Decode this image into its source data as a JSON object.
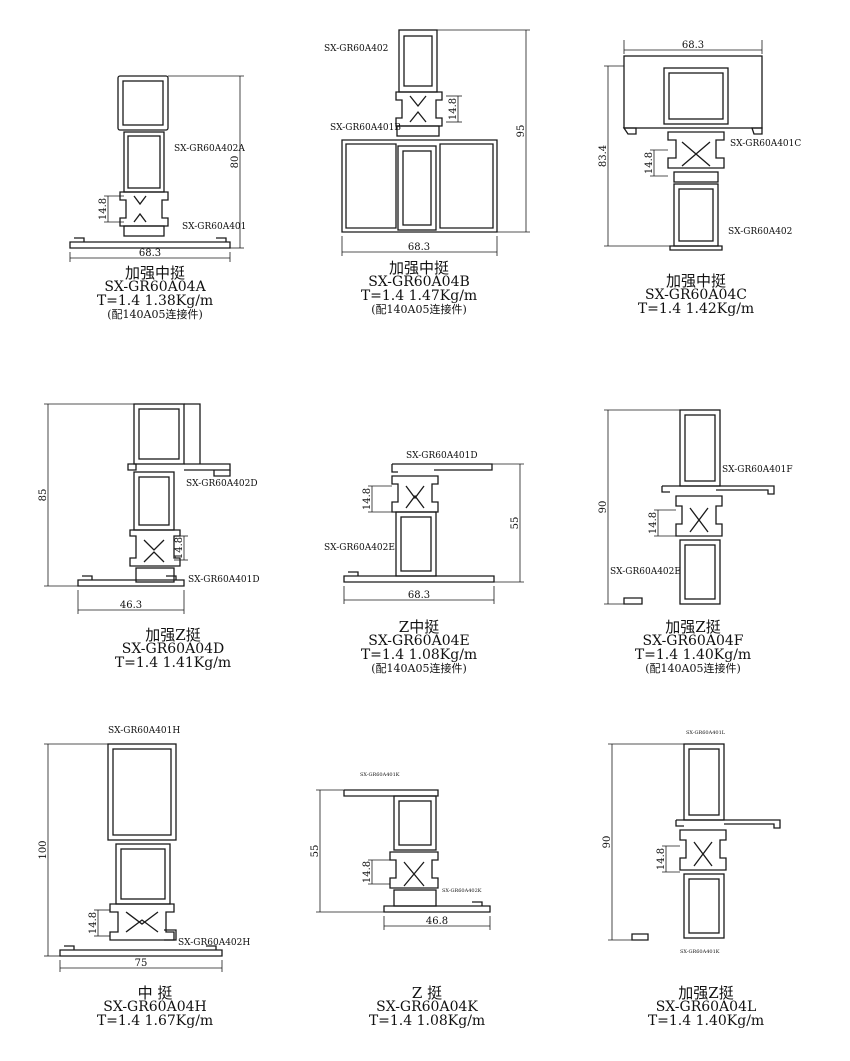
{
  "profiles": [
    {
      "name_cn": "加强中挺",
      "model": "SX-GR60A04A",
      "spec": "T=1.4 1.38Kg/m",
      "note": "(配140A05连接件)",
      "parts": [
        "SX-GR60A402A",
        "SX-GR60A401"
      ],
      "dims": [
        "80",
        "14.8",
        "68.3"
      ]
    },
    {
      "name_cn": "加强中挺",
      "model": "SX-GR60A04B",
      "spec": "T=1.4 1.47Kg/m",
      "note": "(配140A05连接件)",
      "parts": [
        "SX-GR60A402",
        "SX-GR60A401B"
      ],
      "dims": [
        "95",
        "14.8",
        "68.3"
      ]
    },
    {
      "name_cn": "加强中挺",
      "model": "SX-GR60A04C",
      "spec": "T=1.4 1.42Kg/m",
      "note": "",
      "parts": [
        "SX-GR60A401C",
        "SX-GR60A402"
      ],
      "dims": [
        "83.4",
        "14.8",
        "68.3"
      ]
    },
    {
      "name_cn": "加强Z挺",
      "model": "SX-GR60A04D",
      "spec": "T=1.4 1.41Kg/m",
      "note": "",
      "parts": [
        "SX-GR60A402D",
        "SX-GR60A401D"
      ],
      "dims": [
        "85",
        "14.8",
        "46.3"
      ]
    },
    {
      "name_cn": "Z中挺",
      "model": "SX-GR60A04E",
      "spec": "T=1.4 1.08Kg/m",
      "note": "(配140A05连接件)",
      "parts": [
        "SX-GR60A401D",
        "SX-GR60A402E"
      ],
      "dims": [
        "55",
        "14.8",
        "68.3"
      ]
    },
    {
      "name_cn": "加强Z挺",
      "model": "SX-GR60A04F",
      "spec": "T=1.4 1.40Kg/m",
      "note": "(配140A05连接件)",
      "parts": [
        "SX-GR60A401F",
        "SX-GR60A402E"
      ],
      "dims": [
        "90",
        "14.8"
      ]
    },
    {
      "name_cn": "中 挺",
      "model": "SX-GR60A04H",
      "spec": "T=1.4 1.67Kg/m",
      "note": "",
      "parts": [
        "SX-GR60A401H",
        "SX-GR60A402H"
      ],
      "dims": [
        "100",
        "14.8",
        "75"
      ]
    },
    {
      "name_cn": "Z 挺",
      "model": "SX-GR60A04K",
      "spec": "T=1.4 1.08Kg/m",
      "note": "",
      "parts": [
        "SX-GR60A401K",
        "SX-GR60A402K"
      ],
      "dims": [
        "55",
        "14.8",
        "46.8"
      ]
    },
    {
      "name_cn": "加强Z挺",
      "model": "SX-GR60A04L",
      "spec": "T=1.4 1.40Kg/m",
      "note": "",
      "parts": [
        "SX-GR60A401L",
        "SX-GR60A401K"
      ],
      "dims": [
        "90",
        "14.8"
      ]
    }
  ]
}
